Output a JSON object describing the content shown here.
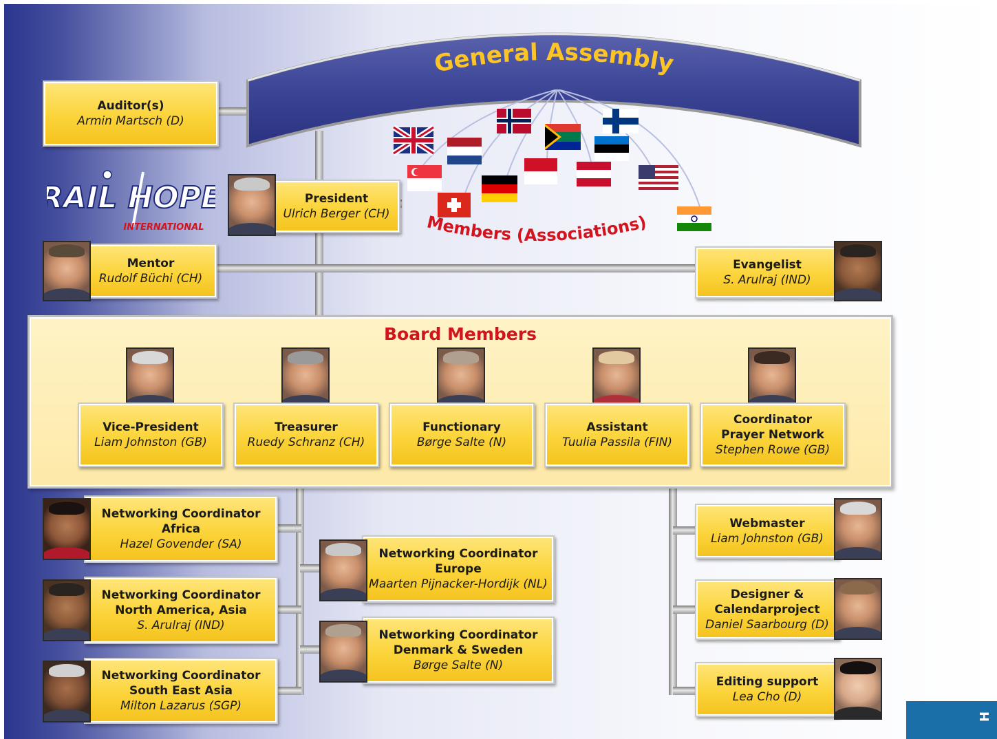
{
  "assembly": {
    "title": "General Assembly"
  },
  "members": {
    "label": "Members (Associations)"
  },
  "logo": {
    "text": "RAIL HOPE",
    "sub": "INTERNATIONAL"
  },
  "auditor": {
    "role": "Auditor(s)",
    "name": "Armin Martsch (D)"
  },
  "president": {
    "role": "President",
    "name": "Ulrich Berger (CH)"
  },
  "mentor": {
    "role": "Mentor",
    "name": "Rudolf Büchi (CH)"
  },
  "evangelist": {
    "role": "Evangelist",
    "name": "S. Arulraj (IND)"
  },
  "board": {
    "title": "Board Members",
    "members": [
      {
        "role": "Vice-President",
        "name": "Liam Johnston (GB)"
      },
      {
        "role": "Treasurer",
        "name": "Ruedy Schranz (CH)"
      },
      {
        "role": "Functionary",
        "name": "Børge Salte (N)"
      },
      {
        "role": "Assistant",
        "name": "Tuulia Passila (FIN)"
      },
      {
        "role": "Coordinator",
        "role2": "Prayer Network",
        "name": "Stephen Rowe (GB)"
      }
    ]
  },
  "coordinators": [
    {
      "role": "Networking Coordinator",
      "region": "Africa",
      "name": "Hazel Govender (SA)"
    },
    {
      "role": "Networking Coordinator",
      "region": "North America, Asia",
      "name": "S. Arulraj (IND)"
    },
    {
      "role": "Networking Coordinator",
      "region": "South East Asia",
      "name": "Milton Lazarus (SGP)"
    },
    {
      "role": "Networking Coordinator",
      "region": "Europe",
      "name": "Maarten Pijnacker-Hordijk (NL)"
    },
    {
      "role": "Networking Coordinator",
      "region": "Denmark & Sweden",
      "name": "Børge Salte (N)"
    }
  ],
  "support": [
    {
      "role": "Webmaster",
      "name": "Liam Johnston (GB)"
    },
    {
      "role": "Designer &",
      "role2": "Calendarproject",
      "name": "Daniel Saarbourg (D)"
    },
    {
      "role": "Editing support",
      "name": "Lea Cho (D)"
    }
  ],
  "colors": {
    "box": "#fbd43a",
    "board": "#fde9a8",
    "title": "#d2141e",
    "arch": "#3c4596",
    "assembly_text": "#fcc424",
    "background": "#28348c"
  },
  "corner": {
    "label": "H"
  },
  "flags": [
    "gb-flag-icon",
    "netherlands-flag-icon",
    "norway-flag-icon",
    "south-africa-flag-icon",
    "finland-flag-icon",
    "estonia-flag-icon",
    "singapore-flag-icon",
    "switzerland-flag-icon",
    "germany-flag-icon",
    "indonesia-flag-icon",
    "austria-flag-icon",
    "usa-flag-icon",
    "india-flag-icon"
  ]
}
